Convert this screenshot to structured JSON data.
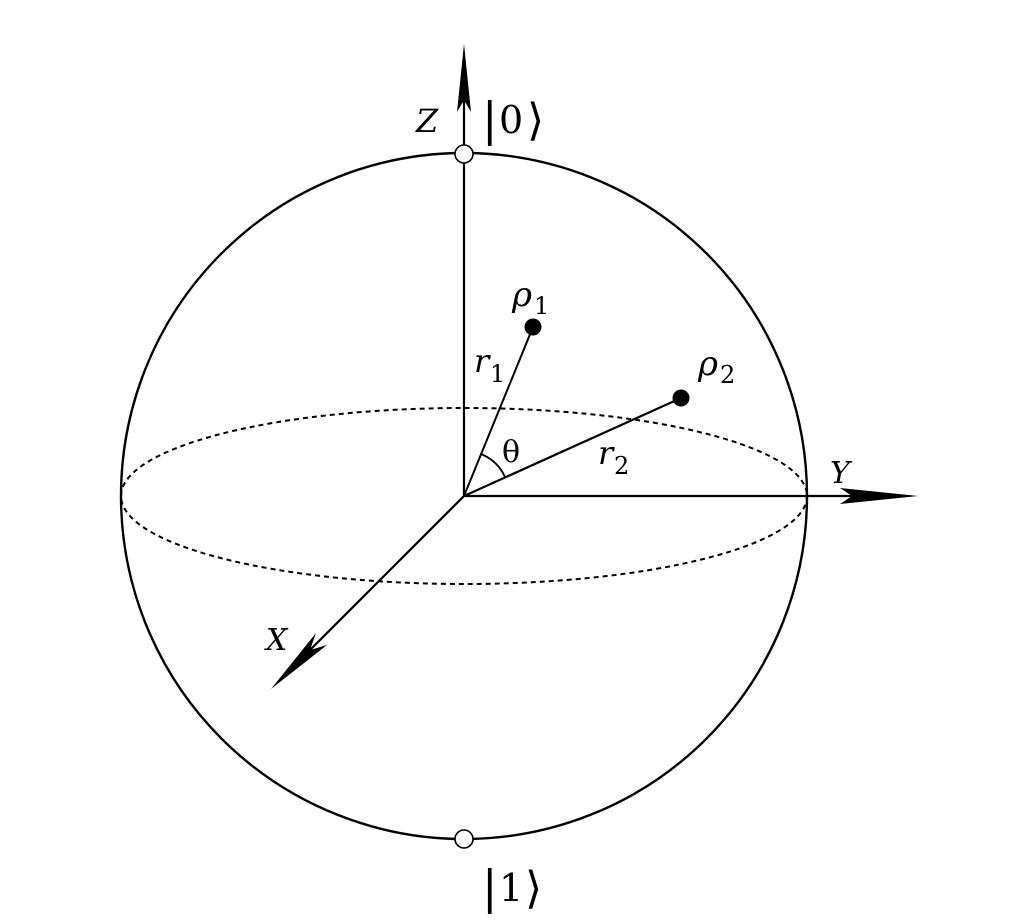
{
  "axes": {
    "z_label": "Z",
    "y_label": "Y",
    "x_label": "X"
  },
  "poles": {
    "north": {
      "bar": "|",
      "digit": "0",
      "bracket": "⟩"
    },
    "south": {
      "bar": "|",
      "digit": "1",
      "bracket": "⟩"
    }
  },
  "states": [
    {
      "symbol": "ρ",
      "subscript": "1"
    },
    {
      "symbol": "ρ",
      "subscript": "2"
    }
  ],
  "vectors": [
    {
      "symbol": "r",
      "subscript": "1"
    },
    {
      "symbol": "r",
      "subscript": "2"
    }
  ],
  "angle_label": "θ",
  "colors": {
    "ink": "#000000",
    "background": "#ffffff",
    "pole_fill": "#ffffff"
  }
}
